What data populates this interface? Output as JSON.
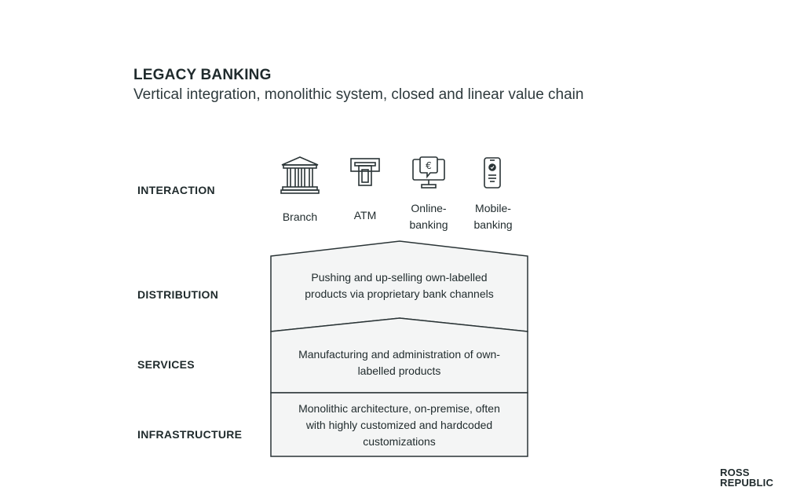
{
  "header": {
    "title": "LEGACY BANKING",
    "subtitle": "Vertical integration, monolithic system, closed and linear value chain"
  },
  "layers": {
    "interaction": "INTERACTION",
    "distribution": "DISTRIBUTION",
    "services": "SERVICES",
    "infrastructure": "INFRASTRUCTURE"
  },
  "channels": [
    {
      "line1": "Branch",
      "line2": "",
      "icon": "bank-building-icon"
    },
    {
      "line1": "ATM",
      "line2": "",
      "icon": "atm-icon"
    },
    {
      "line1": "Online-",
      "line2": "banking",
      "icon": "monitor-euro-icon"
    },
    {
      "line1": "Mobile-",
      "line2": "banking",
      "icon": "smartphone-icon"
    }
  ],
  "boxes": {
    "distribution": {
      "line1": "Pushing and up-selling own-labelled",
      "line2": "products via proprietary bank channels"
    },
    "services": {
      "line1": "Manufacturing and administration of own-",
      "line2": "labelled products"
    },
    "infrastructure": {
      "line1": "Monolithic architecture, on-premise, often",
      "line2": "with highly customized and hardcoded",
      "line3": "customizations"
    }
  },
  "logo": {
    "line1": "ROSS",
    "line2": "REPUBLIC"
  },
  "colors": {
    "text": "#1f2a2c",
    "box_fill": "#f4f5f5",
    "box_stroke": "#2a3436"
  }
}
